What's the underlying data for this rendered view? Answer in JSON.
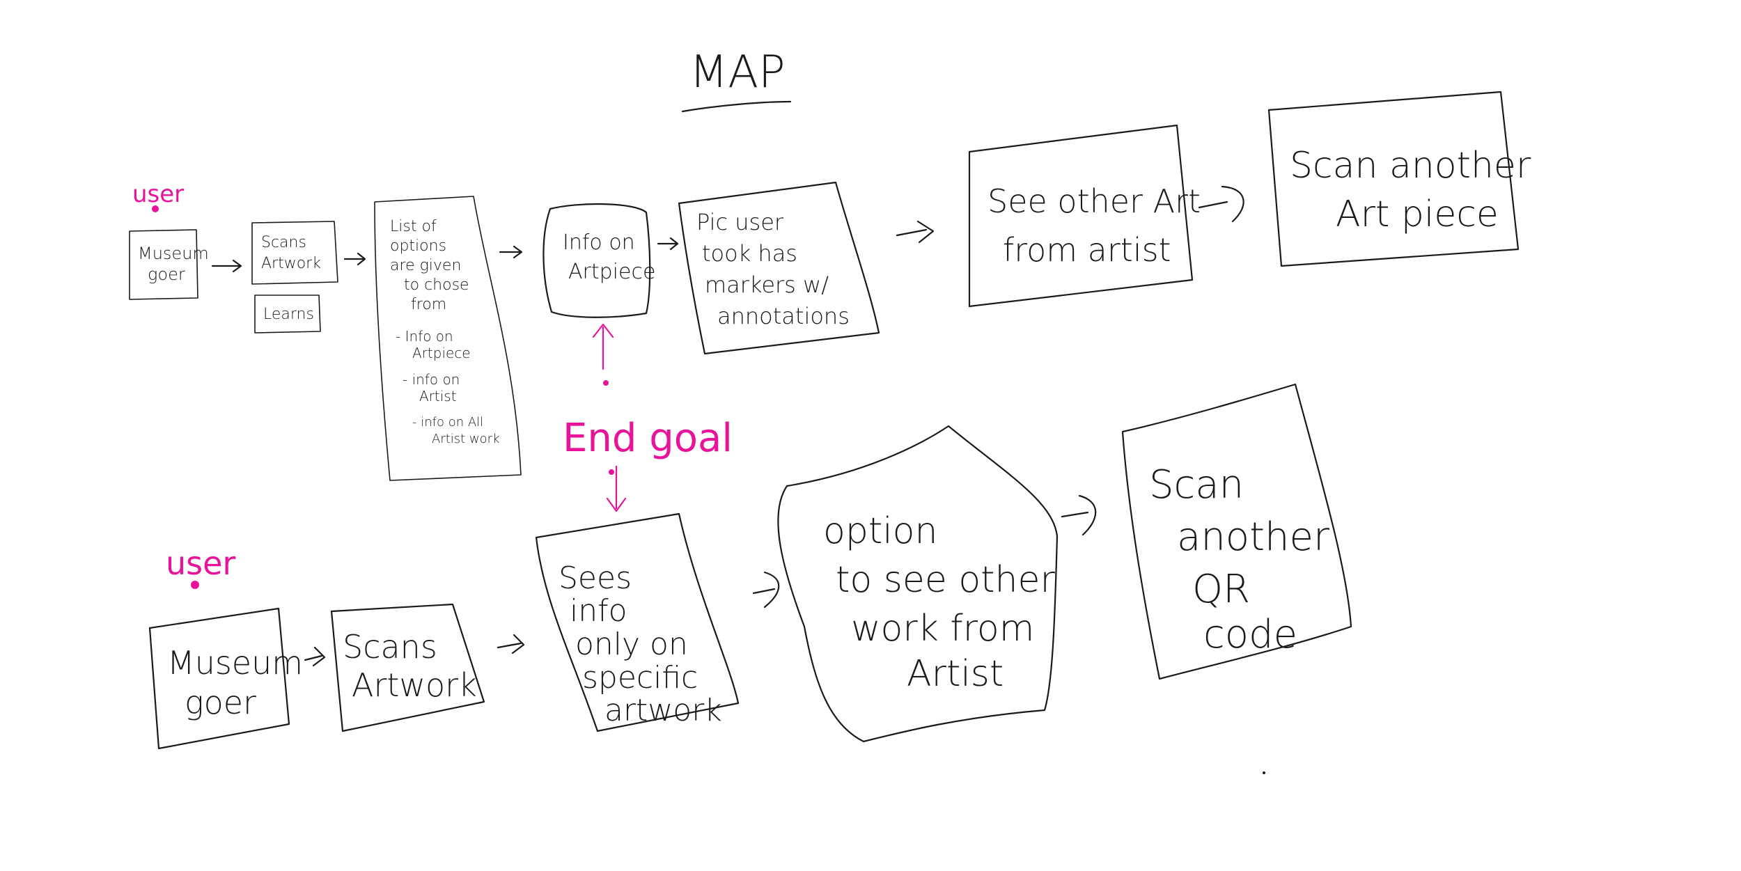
{
  "title": "MAP",
  "row1": {
    "user_label": "user",
    "museum_goer": [
      "Museum",
      "goer"
    ],
    "scans_artwork": [
      "Scans",
      "Artwork"
    ],
    "learns": "Learns",
    "list_of_options": [
      "List of",
      "options",
      "are given",
      "to chose",
      "from"
    ],
    "option_items": [
      [
        "- Info on",
        "Artpiece"
      ],
      [
        "- info on",
        "Artist"
      ],
      [
        "- info on All",
        "Artist work"
      ]
    ],
    "info_on_artpiece": [
      "Info on",
      "Artpiece"
    ],
    "pic_user_took": [
      "Pic user",
      "took has",
      "markers w/",
      "annotations"
    ],
    "see_other_art": [
      "See other Art",
      "from artist"
    ],
    "scan_another_art": [
      "Scan another",
      "Art piece"
    ]
  },
  "end_goal": "End goal",
  "row2": {
    "user_label": "user",
    "museum_goer": [
      "Museum",
      "goer"
    ],
    "scans_artwork": [
      "Scans",
      "Artwork"
    ],
    "sees_info": [
      "Sees",
      "info",
      "only on",
      "specific",
      "artwork"
    ],
    "option_see_other": [
      "option",
      "to see other",
      "work from",
      "Artist"
    ],
    "scan_another_qr": [
      "Scan",
      "another",
      "QR",
      "code"
    ]
  },
  "colors": {
    "ink": "#1a1a1a",
    "accent": "#e8139a",
    "background": "#ffffff"
  }
}
